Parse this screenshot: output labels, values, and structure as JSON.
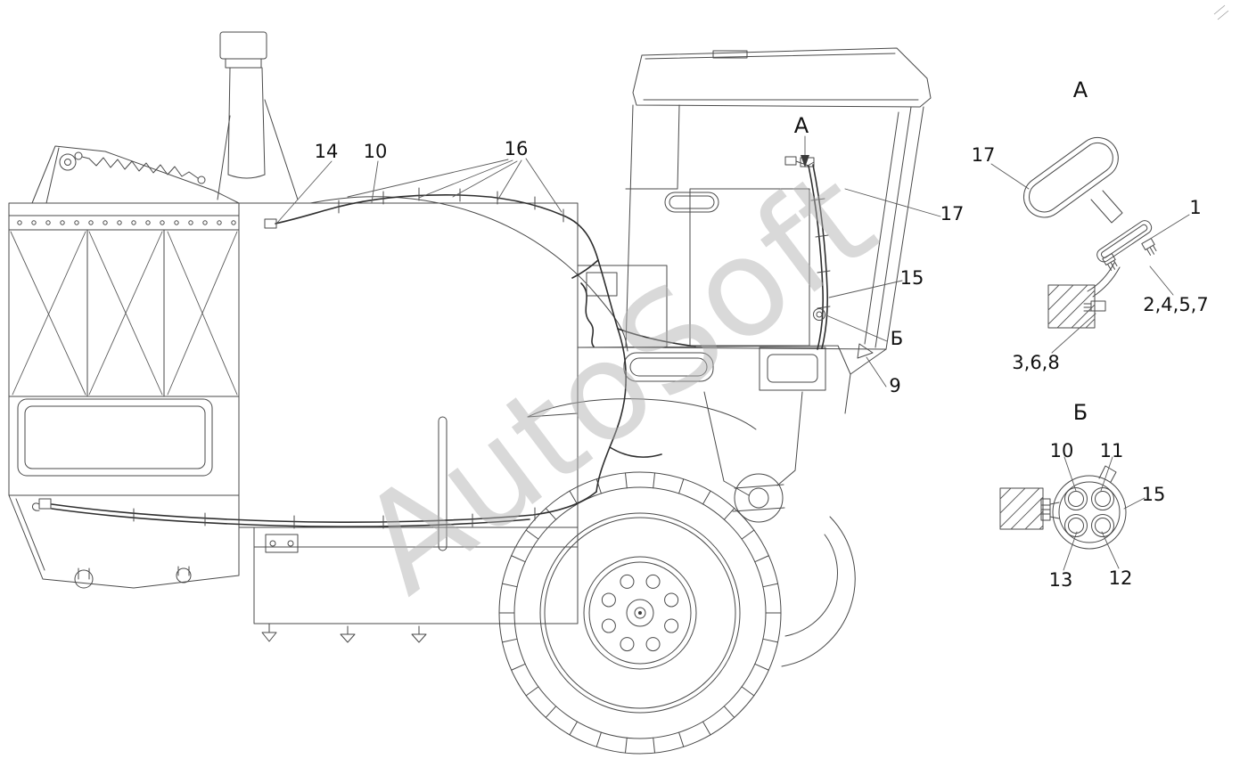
{
  "watermark": {
    "text": "AutoSoft",
    "color": "#b0b0b0"
  },
  "drawing": {
    "stroke_color": "#4a4a4a",
    "label_color": "#111111"
  },
  "main_view": {
    "callout_14": "14",
    "callout_10": "10",
    "callout_16": "16",
    "view_arrow_label": "А",
    "callout_17": "17",
    "callout_15": "15",
    "callout_b": "Б",
    "callout_9": "9"
  },
  "detail_a": {
    "title": "А",
    "callout_17": "17",
    "callout_1": "1",
    "callout_2_4_5_7": "2,4,5,7",
    "callout_3_6_8": "3,6,8"
  },
  "detail_b": {
    "title": "Б",
    "callout_10": "10",
    "callout_11": "11",
    "callout_15": "15",
    "callout_13": "13",
    "callout_12": "12"
  }
}
